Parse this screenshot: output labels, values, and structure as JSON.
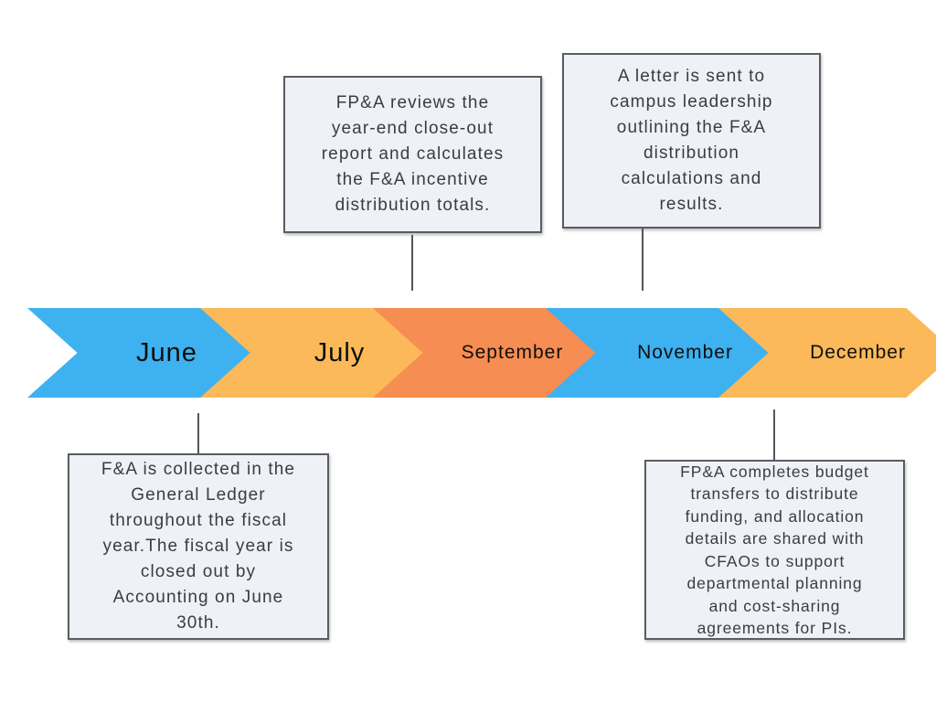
{
  "page": {
    "background": "#ffffff"
  },
  "timeline": {
    "months": [
      {
        "label": "June",
        "color": "#3EB1F0",
        "text_size": "large"
      },
      {
        "label": "July",
        "color": "#FBB95A",
        "text_size": "large"
      },
      {
        "label": "September",
        "color": "#F68D52",
        "text_size": "small"
      },
      {
        "label": "November",
        "color": "#3EB1F0",
        "text_size": "small"
      },
      {
        "label": "December",
        "color": "#FBB95A",
        "text_size": "small"
      }
    ]
  },
  "notes": [
    {
      "attached_to": "September",
      "position": "above",
      "text": "FP&A reviews the\nyear-end close-out\nreport and calculates\nthe F&A incentive\ndistribution totals."
    },
    {
      "attached_to": "November",
      "position": "above",
      "text": "A letter is sent to\ncampus leadership\noutlining the F&A\ndistribution\ncalculations and\nresults."
    },
    {
      "attached_to": "June",
      "position": "below",
      "text": "F&A is collected in the\nGeneral Ledger\nthroughout the fiscal\nyear.The fiscal year is\nclosed out by\nAccounting on June\n30th."
    },
    {
      "attached_to": "December",
      "position": "below",
      "text": "FP&A completes budget\ntransfers to distribute\nfunding, and allocation\ndetails are shared with\nCFAOs to support\ndepartmental planning\nand cost-sharing\nagreements for PIs."
    }
  ],
  "colors": {
    "chevron_blue": "#3EB1F0",
    "chevron_yellow": "#FBB95A",
    "chevron_orange": "#F68D52",
    "note_background": "#EEF1F6",
    "note_border": "#595D61",
    "connector_line": "#54565A",
    "month_text": "#0E0E0E",
    "note_text": "#3A3D40"
  }
}
